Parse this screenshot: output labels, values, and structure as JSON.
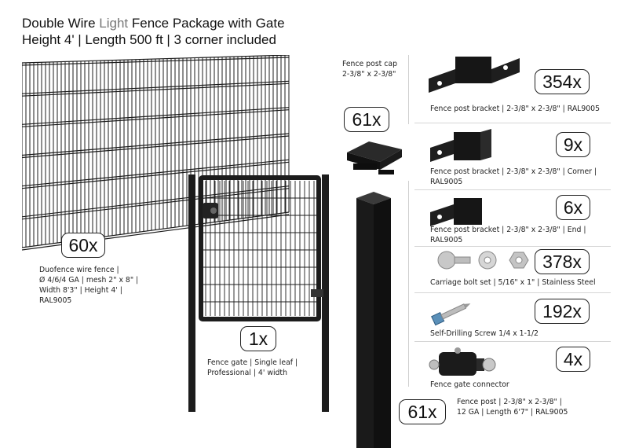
{
  "title": {
    "line1_prefix": "Double Wire ",
    "line1_light": "Light",
    "line1_suffix": " Fence Package with Gate",
    "line2": "Height 4' | Length 500 ft | 3 corner included"
  },
  "products": {
    "fence": {
      "qty": "60x",
      "lines": [
        "Duofence wire fence |",
        "Ø 4/6/4 GA | mesh 2\" x 8\" |",
        "Width 8'3\" | Height 4' |",
        "RAL9005"
      ]
    },
    "gate": {
      "qty": "1x",
      "lines": [
        "Fence gate | Single leaf |",
        "Professional | 4' width"
      ]
    },
    "cap": {
      "qty": "61x",
      "lines": [
        "Fence post cap",
        "2-3/8\" x 2-3/8\""
      ]
    },
    "post": {
      "qty": "61x",
      "lines": [
        "Fence post | 2-3/8\" x 2-3/8\" |",
        "12 GA | Length 6'7\" | RAL9005"
      ]
    },
    "bracket": {
      "qty": "354x",
      "lines": [
        "Fence post bracket | 2-3/8\" x 2-3/8\" | RAL9005"
      ]
    },
    "corner": {
      "qty": "9x",
      "lines": [
        "Fence post bracket | 2-3/8\" x 2-3/8\" | Corner |",
        "RAL9005"
      ]
    },
    "end": {
      "qty": "6x",
      "lines": [
        "Fence post bracket | 2-3/8\" x 2-3/8\" | End |",
        "RAL9005"
      ]
    },
    "bolt": {
      "qty": "378x",
      "lines": [
        "Carriage bolt set | 5/16\" x 1\" | Stainless Steel"
      ]
    },
    "screw": {
      "qty": "192x",
      "lines": [
        "Self-Drilling Screw 1/4 x 1-1/2"
      ]
    },
    "connector": {
      "qty": "4x",
      "lines": [
        "Fence gate connector"
      ]
    }
  },
  "colors": {
    "steel": "#1c1c1c",
    "badge_border": "#222222",
    "divider": "#cfcfcf"
  }
}
